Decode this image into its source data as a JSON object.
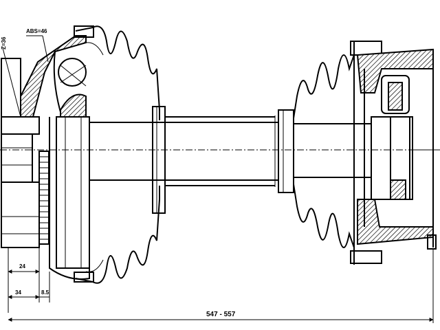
{
  "labels": {
    "spline_callout": "Z=36",
    "abs_callout": "ABS=46",
    "dim_24": "24",
    "dim_34": "34",
    "dim_85": "8.5",
    "dim_length": "547 - 557"
  }
}
